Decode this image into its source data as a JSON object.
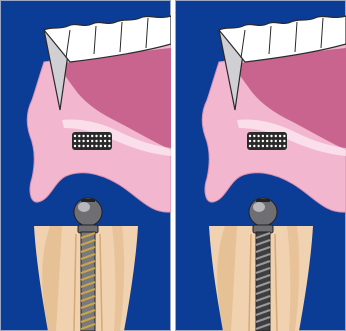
{
  "figure": {
    "panels": [
      {
        "id": "left",
        "icon": "dental-implant-attachment-illustration",
        "post_style": "gold-threaded"
      },
      {
        "id": "right",
        "icon": "dental-implant-attachment-illustration",
        "post_style": "dark-threaded"
      }
    ]
  },
  "colors": {
    "background_blue": "#0b3c96",
    "panel_border": "#9aa7c2",
    "gum_pink": "#f3b6cf",
    "gum_inner": "#c9648f",
    "tooth_white": "#ffffff",
    "metal": "#6f6f73",
    "root_beige": "#f0d2b0",
    "thread_gold": "#c9a64a",
    "thread_dark": "#3e3e40"
  }
}
